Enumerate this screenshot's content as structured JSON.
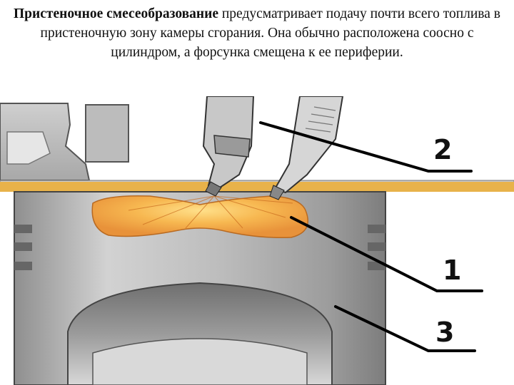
{
  "caption": {
    "lead": "Пристеночное смесеобразование",
    "rest": " предусматривает подачу почти всего топлива в пристеночную зону камеры сгорания. Она обычно расположена соосно с цилиндром, а форсунка смещена к ее периферии."
  },
  "callouts": [
    "2",
    "1",
    "3"
  ],
  "colors": {
    "fuel_spray": "#f2a33c",
    "gasket": "#e8b24a",
    "piston_gray": "#b9b9b9",
    "steel": "#9a9a9a"
  }
}
